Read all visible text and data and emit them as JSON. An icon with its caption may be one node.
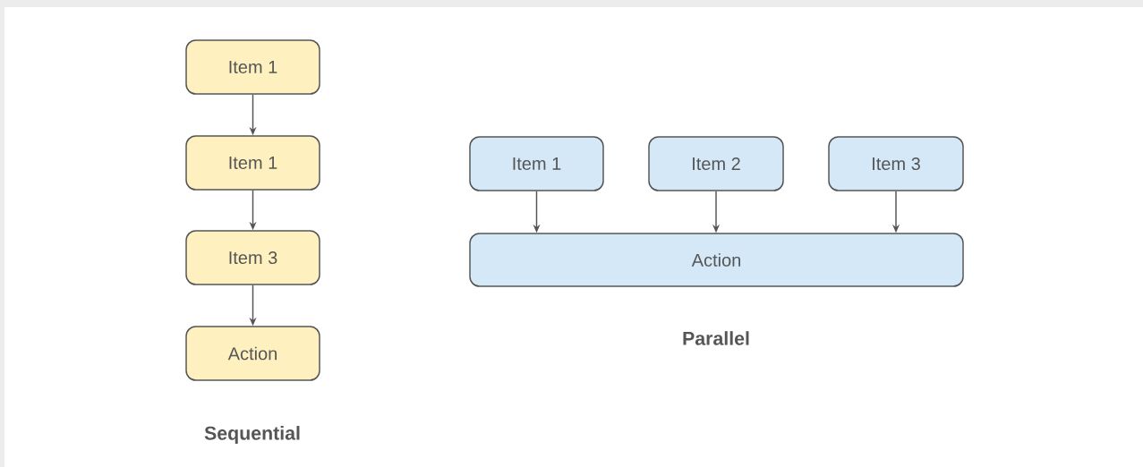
{
  "diagram": {
    "nodes": [
      {
        "text": [
          "Item 1"
        ]
      },
      {
        "text": [
          "Item 1"
        ]
      },
      {
        "text": [
          "Item 3"
        ]
      },
      {
        "text": [
          "Action"
        ]
      },
      {
        "text": [
          "Item 1"
        ]
      },
      {
        "text": [
          "Item 2"
        ]
      },
      {
        "text": [
          "Item 3"
        ]
      },
      {
        "text": [
          "Action"
        ]
      }
    ],
    "edges": [
      {
        "from": 0,
        "to": 1,
        "arrow": "to"
      },
      {
        "from": 1,
        "to": 2,
        "arrow": "to"
      },
      {
        "from": 2,
        "to": 3,
        "arrow": "to"
      },
      {
        "from": 4,
        "to": 7,
        "arrow": "to"
      },
      {
        "from": 5,
        "to": 7,
        "arrow": "to"
      },
      {
        "from": 6,
        "to": 7,
        "arrow": "to"
      }
    ],
    "labels": [
      "Sequential",
      "Parallel"
    ]
  }
}
